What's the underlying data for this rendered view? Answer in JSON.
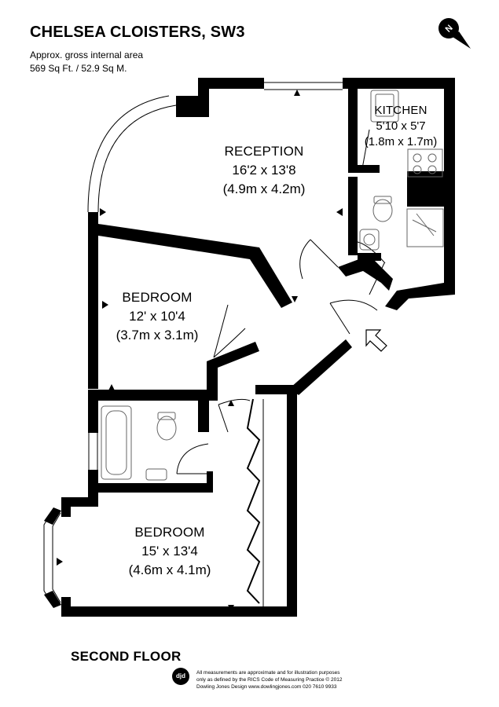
{
  "header": {
    "title": "CHELSEA CLOISTERS, SW3",
    "area_label": "Approx. gross internal area",
    "area_value": "569 Sq Ft. / 52.9 Sq M.",
    "compass_letter": "N"
  },
  "rooms": {
    "reception": {
      "name": "RECEPTION",
      "imperial": "16'2 x 13'8",
      "metric": "(4.9m x 4.2m)"
    },
    "kitchen": {
      "name": "KITCHEN",
      "imperial": "5'10 x 5'7",
      "metric": "(1.8m x 1.7m)"
    },
    "bedroom1": {
      "name": "BEDROOM",
      "imperial": "12' x 10'4",
      "metric": "(3.7m x 3.1m)"
    },
    "bedroom2": {
      "name": "BEDROOM",
      "imperial": "15' x 13'4",
      "metric": "(4.6m x 4.1m)"
    }
  },
  "footer": {
    "floor_label": "SECOND FLOOR",
    "logo_text": "djd",
    "disclaimer_line1": "All measurements are approximate and for illustration purposes",
    "disclaimer_line2": "only as defined by the RICS Code of Measuring Practice © 2012",
    "disclaimer_line3": "Dowling Jones Design www.dowlingjones.com 020 7610 9933"
  },
  "colors": {
    "wall": "#000000",
    "background": "#ffffff",
    "fixture": "#888888"
  },
  "icons": [
    "compass-north-icon",
    "entrance-arrow-icon",
    "dimension-arrow-icon"
  ]
}
